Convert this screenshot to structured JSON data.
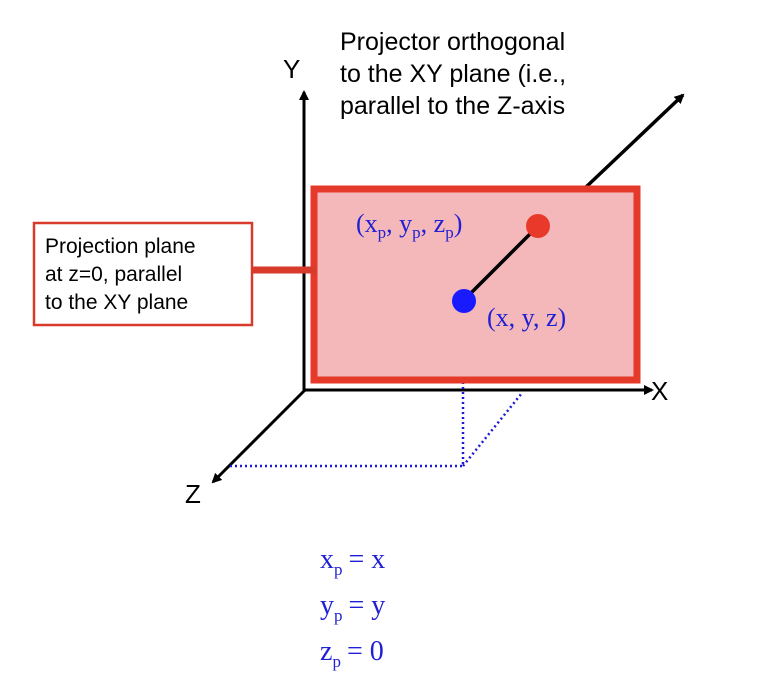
{
  "colors": {
    "axis": "#000000",
    "plane_fill": "#f4b7ba",
    "plane_border": "#e53a2a",
    "callout_border": "#d83a2c",
    "projected_point": "#e8392a",
    "original_point": "#1a1aff",
    "math_text": "#1f1fd6",
    "dotted_guide": "#1a1ad6"
  },
  "axes": {
    "x_label": "X",
    "y_label": "Y",
    "z_label": "Z"
  },
  "projector_note": {
    "line1": "Projector orthogonal",
    "line2": "to the XY plane (i.e.,",
    "line3": "parallel to the Z-axis"
  },
  "plane_callout": {
    "line1": "Projection plane",
    "line2": "at z=0, parallel",
    "line3": "to the XY plane"
  },
  "points": {
    "projected": {
      "open": "(x",
      "sub1": "p",
      "comma1": ", y",
      "sub2": "p",
      "comma2": ", z",
      "sub3": "p",
      "close": ")"
    },
    "original": "(x, y, z)"
  },
  "equations": [
    {
      "var": "x",
      "sub": "p",
      "rhs": "= x"
    },
    {
      "var": "y",
      "sub": "p",
      "rhs": "= y"
    },
    {
      "var": "z",
      "sub": "p",
      "rhs": "= 0"
    }
  ]
}
